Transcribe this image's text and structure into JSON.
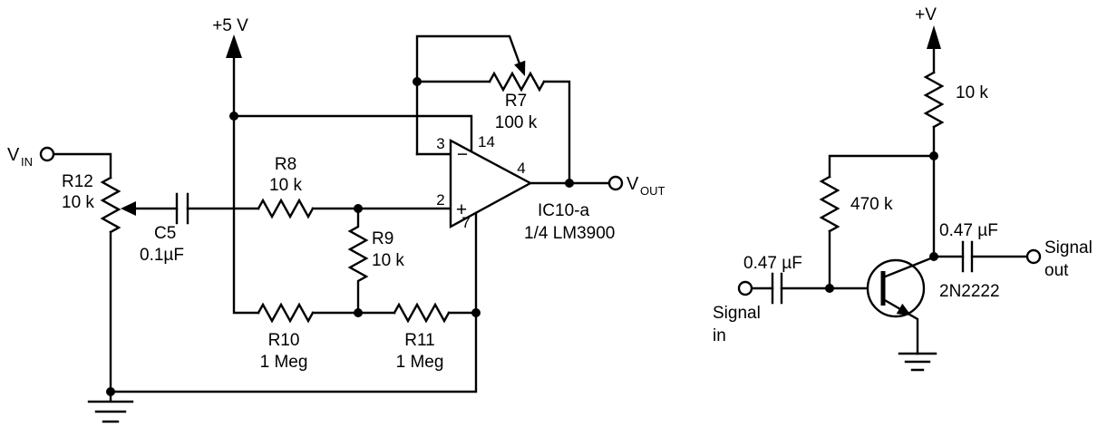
{
  "colors": {
    "ink": "#000000",
    "background": "#ffffff"
  },
  "opamp_circuit": {
    "vin": {
      "main": "V",
      "sub": "IN"
    },
    "vout": {
      "main": "V",
      "sub": "OUT"
    },
    "supply": "+5 V",
    "r12_name": "R12",
    "r12_value": "10 k",
    "c5_name": "C5",
    "c5_value": "0.1µF",
    "r8_name": "R8",
    "r8_value": "10 k",
    "r9_name": "R9",
    "r9_value": "10 k",
    "r10_name": "R10",
    "r10_value": "1 Meg",
    "r11_name": "R11",
    "r11_value": "1 Meg",
    "r7_name": "R7",
    "r7_value": "100 k",
    "pin_inverting": "3",
    "pin_noninverting": "2",
    "pin_power_top": "14",
    "pin_power_bottom": "7",
    "pin_output": "4",
    "inverting_sign": "−",
    "noninverting_sign": "+",
    "ic_name": "IC10-a",
    "ic_part": "1/4 LM3900"
  },
  "transistor_circuit": {
    "supply": "+V",
    "collector_resistor": "10 k",
    "base_resistor": "470 k",
    "input_cap": "0.47 µF",
    "output_cap": "0.47 µF",
    "signal_in_line1": "Signal",
    "signal_in_line2": "in",
    "signal_out_line1": "Signal",
    "signal_out_line2": "out",
    "transistor_part": "2N2222"
  }
}
